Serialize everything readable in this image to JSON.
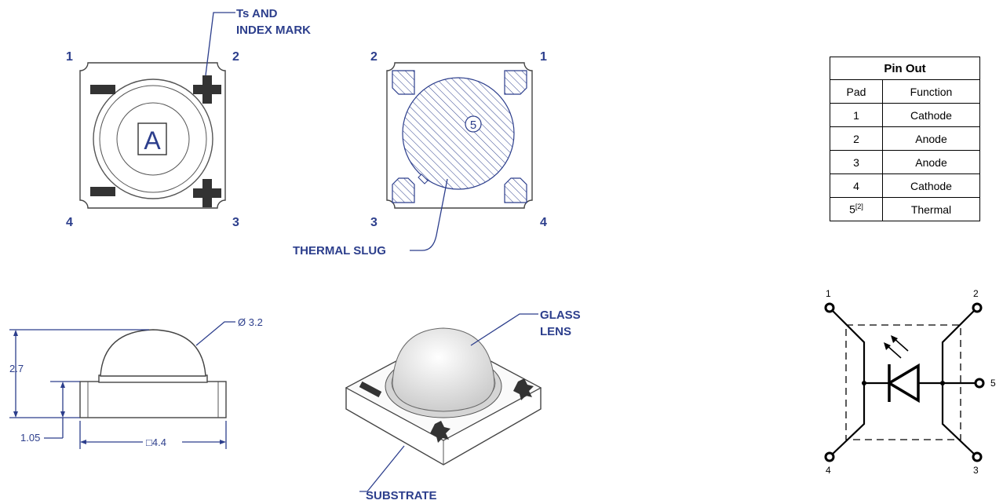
{
  "top_view": {
    "index_label_line1": "Ts AND",
    "index_label_line2": "INDEX MARK",
    "pin_tl": "1",
    "pin_tr": "2",
    "pin_bl": "4",
    "pin_br": "3",
    "center_mark": "A"
  },
  "bottom_view": {
    "pin_tl": "2",
    "pin_tr": "1",
    "pin_bl": "3",
    "pin_br": "4",
    "slug_number": "5",
    "slug_label": "THERMAL SLUG"
  },
  "side_view": {
    "diameter_label": "Ø 3.2",
    "height_label": "2.7",
    "base_height_label": "1.05",
    "width_label": "□4.4"
  },
  "iso_view": {
    "lens_label_line1": "GLASS",
    "lens_label_line2": "LENS",
    "substrate_label": "SUBSTRATE"
  },
  "pin_table": {
    "title": "Pin Out",
    "col_pad": "Pad",
    "col_function": "Function",
    "rows": [
      {
        "pad": "1",
        "function": "Cathode"
      },
      {
        "pad": "2",
        "function": "Anode"
      },
      {
        "pad": "3",
        "function": "Anode"
      },
      {
        "pad": "4",
        "function": "Cathode"
      },
      {
        "pad": "5",
        "note": "[2]",
        "function": "Thermal"
      }
    ]
  },
  "schematic": {
    "pin1": "1",
    "pin2": "2",
    "pin3": "3",
    "pin4": "4",
    "pin5": "5"
  },
  "colors": {
    "label_blue": "#2c3e8c",
    "hatch_blue": "#2c3e8c",
    "pad_dark": "#333333"
  }
}
